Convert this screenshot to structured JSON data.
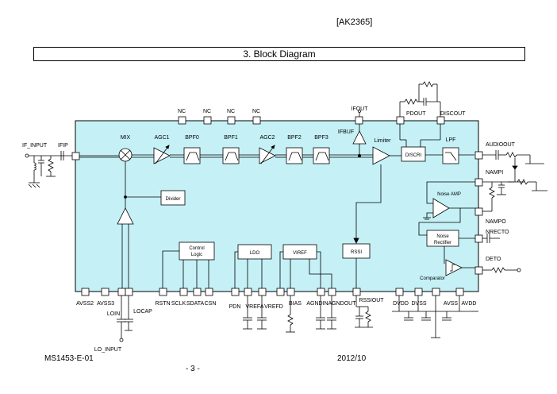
{
  "header": {
    "doc_id": "[AK2365]"
  },
  "section": {
    "title": "3. Block Diagram"
  },
  "footer": {
    "doc_number": "MS1453-E-01",
    "date": "2012/10",
    "page": "- 3 -"
  },
  "pins_top": {
    "nc1": "NC",
    "nc2": "NC",
    "nc3": "NC",
    "nc4": "NC",
    "ifout": "IFOUT"
  },
  "pins_left": {
    "if_input": "IF_INPUT",
    "ifip": "IFIP"
  },
  "pins_right": {
    "pdout": "PDOUT",
    "discout": "DISCOUT",
    "audioout": "AUDIOOUT",
    "nampi": "NAMPI",
    "nampo": "NAMPO",
    "nrecto": "NRECTO",
    "deto": "DETO"
  },
  "pins_bottom": {
    "avss2": "AVSS2",
    "avss3": "AVSS3",
    "loin": "LOIN",
    "locap": "LOCAP",
    "lo_input": "LO_INPUT",
    "rstn": "RSTN",
    "sclk": "SCLK",
    "sdata": "SDATA",
    "csn": "CSN",
    "pdn": "PDN",
    "vrefa": "VREFA",
    "vrefd": "VREFD",
    "bias": "BIAS",
    "agndin": "AGNDIN",
    "agndout": "AGNDOUT",
    "rssiout": "RSSIOUT",
    "dvdd": "DVDD",
    "dvss": "DVSS",
    "avss": "AVSS",
    "avdd": "AVDD"
  },
  "blocks": {
    "mix": "MIX",
    "agc1": "AGC1",
    "bpf0": "BPF0",
    "bpf1": "BPF1",
    "agc2": "AGC2",
    "bpf2": "BPF2",
    "bpf3": "BPF3",
    "ifbuf": "IFBUF",
    "limiter": "Limiter",
    "discri": "DISCRI",
    "lpf": "LPF",
    "divider": "Divider",
    "control_logic_1": "Control",
    "control_logic_2": "Logic",
    "ldo": "LDO",
    "viref": "VIREF",
    "rssi": "RSSI",
    "noise_amp": "Noise AMP",
    "noise_rect_1": "Noise",
    "noise_rect_2": "Rectifier",
    "comparator": "Comparator"
  },
  "colors": {
    "chip_fill": "#c5f1f6",
    "line": "#000000"
  }
}
